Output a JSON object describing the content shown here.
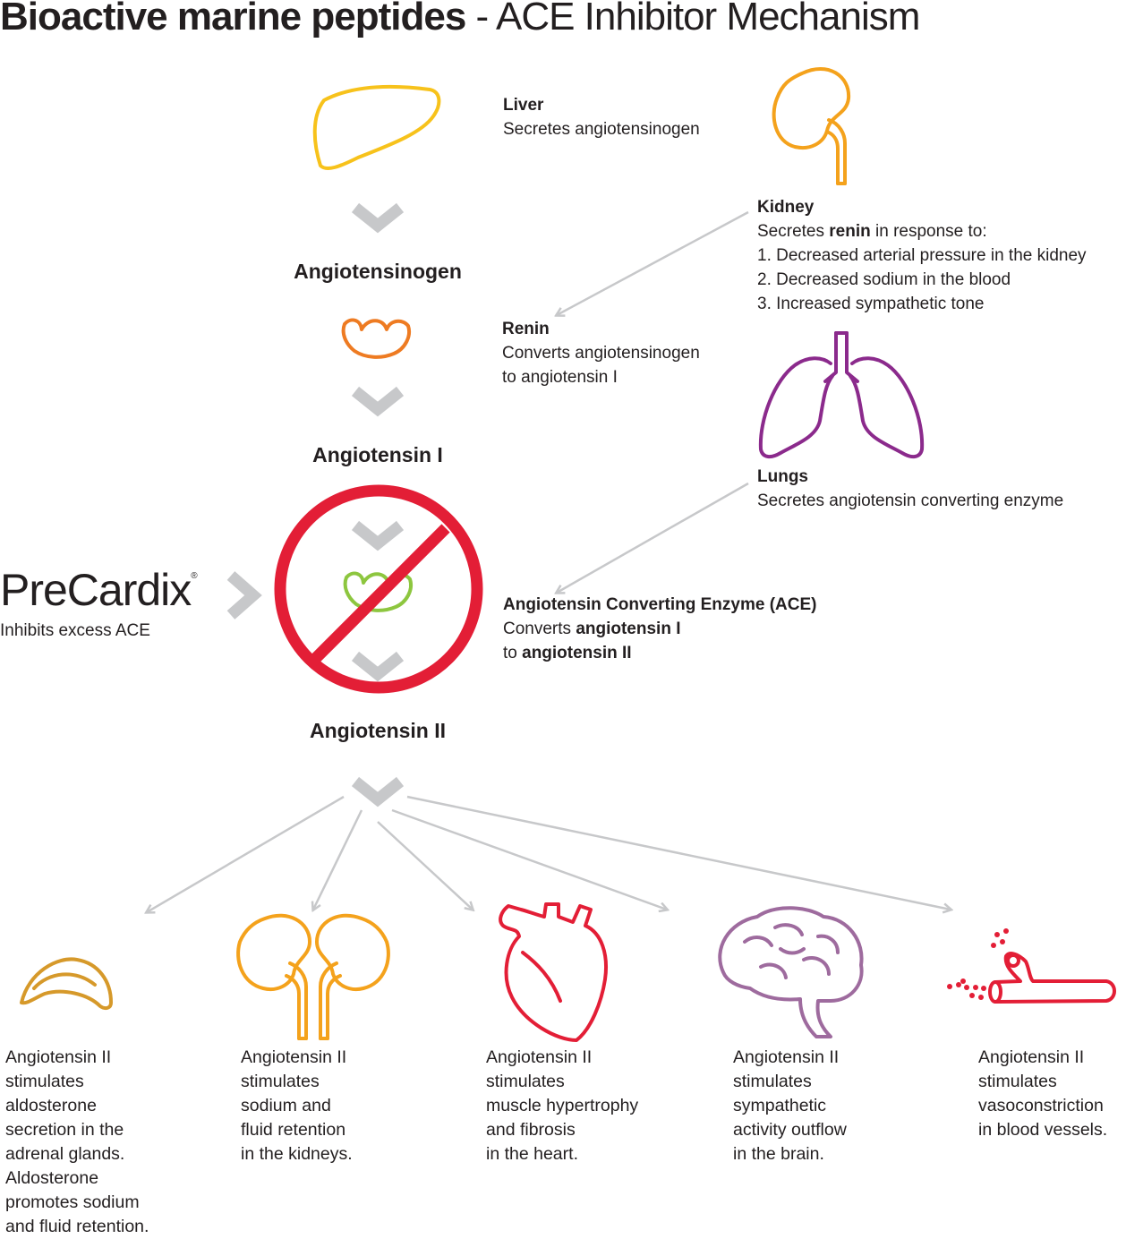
{
  "title": {
    "bold": "Bioactive marine peptides",
    "rest": " - ACE Inhibitor Mechanism"
  },
  "flow": {
    "angiotensinogen": "Angiotensinogen",
    "angiotensin1": "Angiotensin I",
    "angiotensin2": "Angiotensin II"
  },
  "liver": {
    "heading": "Liver",
    "text": "Secretes angiotensinogen"
  },
  "kidney": {
    "heading": "Kidney",
    "line_pre": "Secretes ",
    "line_bold": "renin",
    "line_post": " in response to:",
    "items": [
      "1. Decreased arterial pressure in the kidney",
      "2. Decreased sodium in the blood",
      "3. Increased sympathetic tone"
    ]
  },
  "renin": {
    "heading": "Renin",
    "lines": [
      "Converts angiotensinogen",
      "to angiotensin I"
    ]
  },
  "lungs": {
    "heading": "Lungs",
    "text": "Secretes angiotensin converting enzyme"
  },
  "ace": {
    "heading": "Angiotensin Converting Enzyme (ACE)",
    "l1_pre": "Converts ",
    "l1_bold": "angiotensin I",
    "l2_pre": "to ",
    "l2_bold": "angiotensin II"
  },
  "precardix": {
    "logo": "PreCardix",
    "mark": "®",
    "text": "Inhibits excess ACE"
  },
  "effects": [
    {
      "lines": [
        "Angiotensin II",
        "stimulates",
        "aldosterone",
        "secretion in the",
        "adrenal glands.",
        "Aldosterone",
        "promotes sodium",
        "and fluid retention."
      ]
    },
    {
      "lines": [
        "Angiotensin II",
        "stimulates",
        "sodium and",
        "fluid retention",
        "in the kidneys."
      ]
    },
    {
      "lines": [
        "Angiotensin II",
        "stimulates",
        "muscle hypertrophy",
        "and fibrosis",
        "in the heart."
      ]
    },
    {
      "lines": [
        "Angiotensin II",
        "stimulates",
        "sympathetic",
        "activity outflow",
        "in the brain."
      ]
    },
    {
      "lines": [
        "Angiotensin II",
        "stimulates",
        "vasoconstriction",
        "in blood vessels."
      ]
    }
  ],
  "colors": {
    "liver": "#f7c21b",
    "kidney": "#f4a21c",
    "renin": "#ee7b22",
    "lungs": "#8b2a8c",
    "ace_enzyme": "#8dc63f",
    "prohibit": "#e31e36",
    "adrenal": "#d6992a",
    "heart": "#e31e36",
    "brain": "#9e6b9e",
    "vessel": "#e31e36",
    "chevron": "#c7c8ca",
    "arrow": "#c7c8ca"
  },
  "icons": [
    "liver-icon",
    "kidney-icon",
    "renin-icon",
    "lungs-icon",
    "ace-enzyme-icon",
    "prohibit-icon",
    "adrenal-icon",
    "kidneys-icon",
    "heart-icon",
    "brain-icon",
    "blood-vessel-icon"
  ]
}
